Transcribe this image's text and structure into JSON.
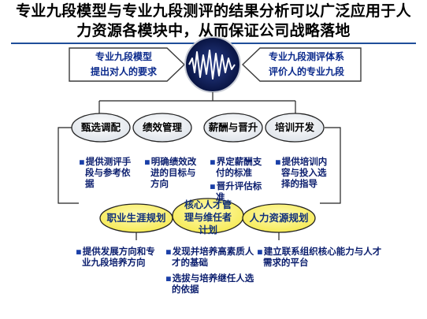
{
  "title": {
    "line1": "专业九段模型与专业九段测评的结果分析可以广泛应用于人",
    "line2": "力资源各模块中，从而保证公司战略落地"
  },
  "top": {
    "left_line1": "专业九段模型",
    "left_line2": "提出对人的要求",
    "right_line1": "专业九段测评体系",
    "right_line2": "评价人的专业九段"
  },
  "modules_upper": [
    "甄选调配",
    "绩效管理",
    "薪酬与晋升",
    "培训开发"
  ],
  "bullets_upper": [
    [
      "提供测评手",
      "段与参考依",
      "据"
    ],
    [
      "明确绩效改",
      "进的目标与",
      "方向"
    ],
    [
      "界定薪酬支",
      "付的标准"
    ],
    [
      "晋升评估标",
      "准"
    ],
    [
      "提供培训内",
      "容与投入选",
      "择的指导"
    ]
  ],
  "center": [
    "核心人才管",
    "理与维任者",
    "计划"
  ],
  "modules_lower": [
    "职业生涯规划",
    "人力资源规划"
  ],
  "bullets_lower": [
    [
      "提供发展方向和专",
      "业九段培养方向"
    ],
    [
      "发现并培养高素质人",
      "才的基础"
    ],
    [
      "选拔与培养继任人选",
      "的依据"
    ],
    [
      "建立联系组织核心能力与人才",
      "需求的平台"
    ]
  ],
  "bullet_mark": "▪",
  "colors": {
    "navy": "#0b2a8c",
    "oval_fill": "#eef1f5",
    "yellow": "#fff78a",
    "wave_bg": "#0a1f63",
    "wave_line": "#ffffff"
  }
}
